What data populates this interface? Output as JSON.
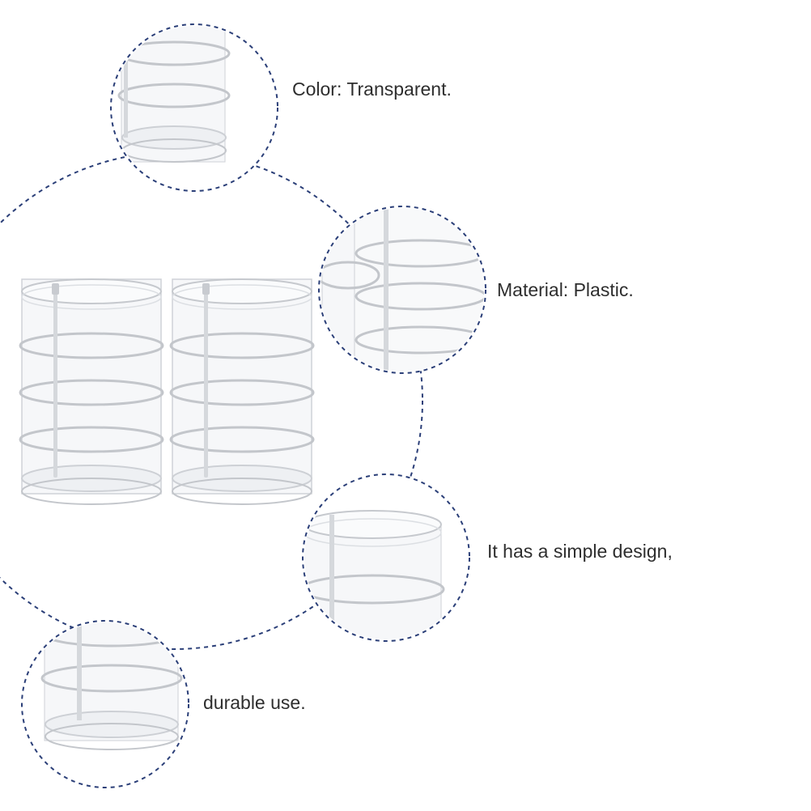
{
  "colors": {
    "dashed_circle": "#2b3f78",
    "background": "#ffffff",
    "caption_text": "#2e2e2e",
    "plastic_rim": "#c9ccd1",
    "plastic_fill": "#f4f5f7"
  },
  "main_image": {
    "subject": "two transparent plastic stacked cylindrical storage organizers"
  },
  "callouts": [
    {
      "caption": "Color: Transparent."
    },
    {
      "caption": "Material: Plastic."
    },
    {
      "caption": "It has a simple design,"
    },
    {
      "caption": "durable use."
    }
  ]
}
